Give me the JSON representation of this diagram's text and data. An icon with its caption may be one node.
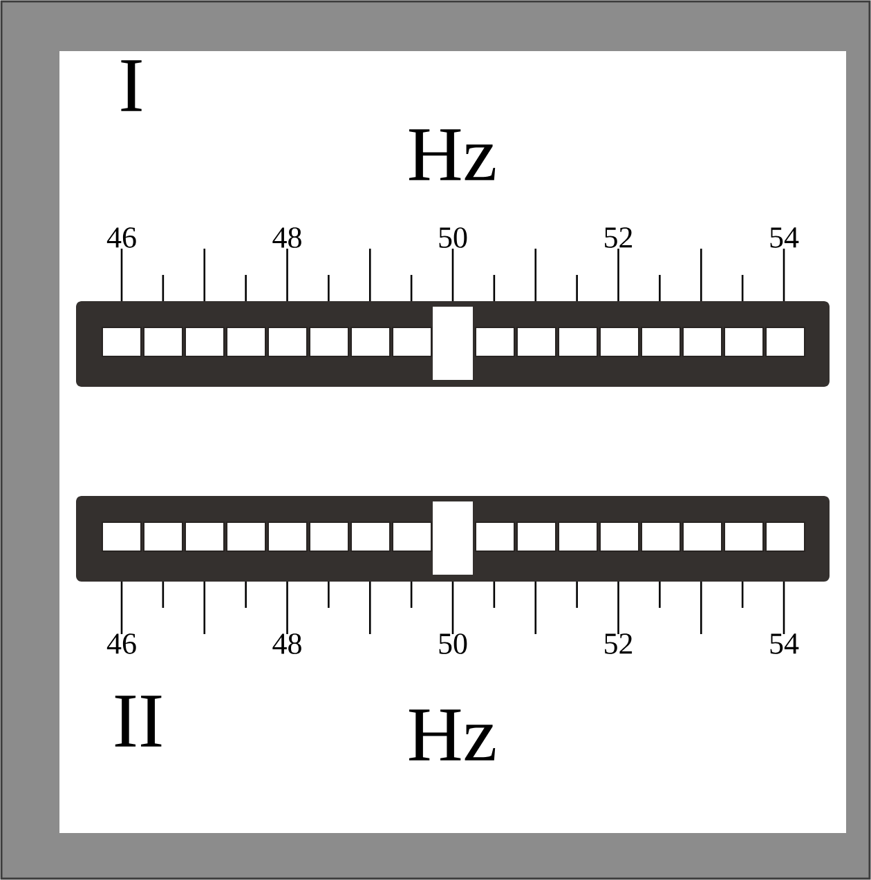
{
  "diagram": {
    "labels": [
      "I",
      "Hz",
      "46",
      "48",
      "50",
      "52",
      "54",
      "46",
      "48",
      "50",
      "52",
      "54",
      "II",
      "Hz"
    ]
  }
}
